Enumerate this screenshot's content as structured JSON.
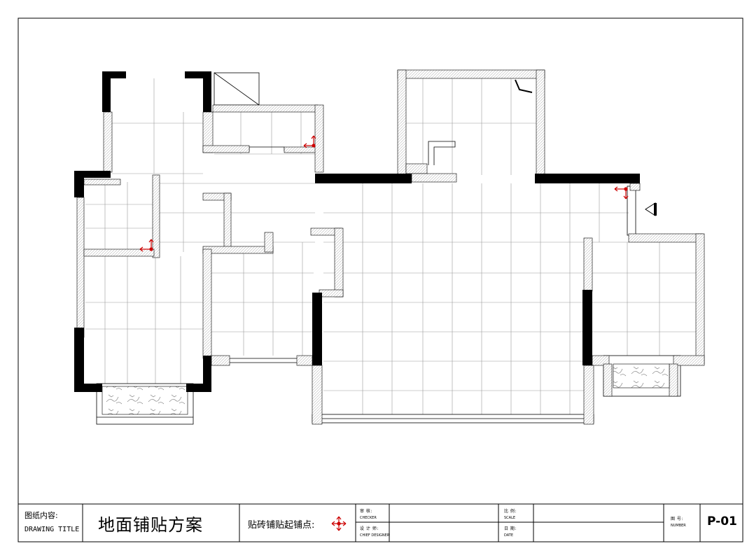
{
  "title_block": {
    "drawing_content_cn": "图纸内容:",
    "drawing_title_en": "DRAWING TITLE",
    "title": "地面铺贴方案",
    "start_point_label": "贴砖铺贴起铺点:",
    "checker_cn": "审      核:",
    "checker_en": "CHECKER",
    "designer_cn": "设  计  师:",
    "designer_en": "CHIEF DESIGNER",
    "scale_cn": "比      例:",
    "scale_en": "SCALE",
    "date_cn": "日      期:",
    "date_en": "DATE",
    "number_cn": "图      号:",
    "number_en": "NUMBER",
    "number": "P-01"
  },
  "colors": {
    "line": "#000000",
    "grid": "#9a9a9a",
    "hatch": "#b0b0b0",
    "marker": "#cc0000"
  }
}
